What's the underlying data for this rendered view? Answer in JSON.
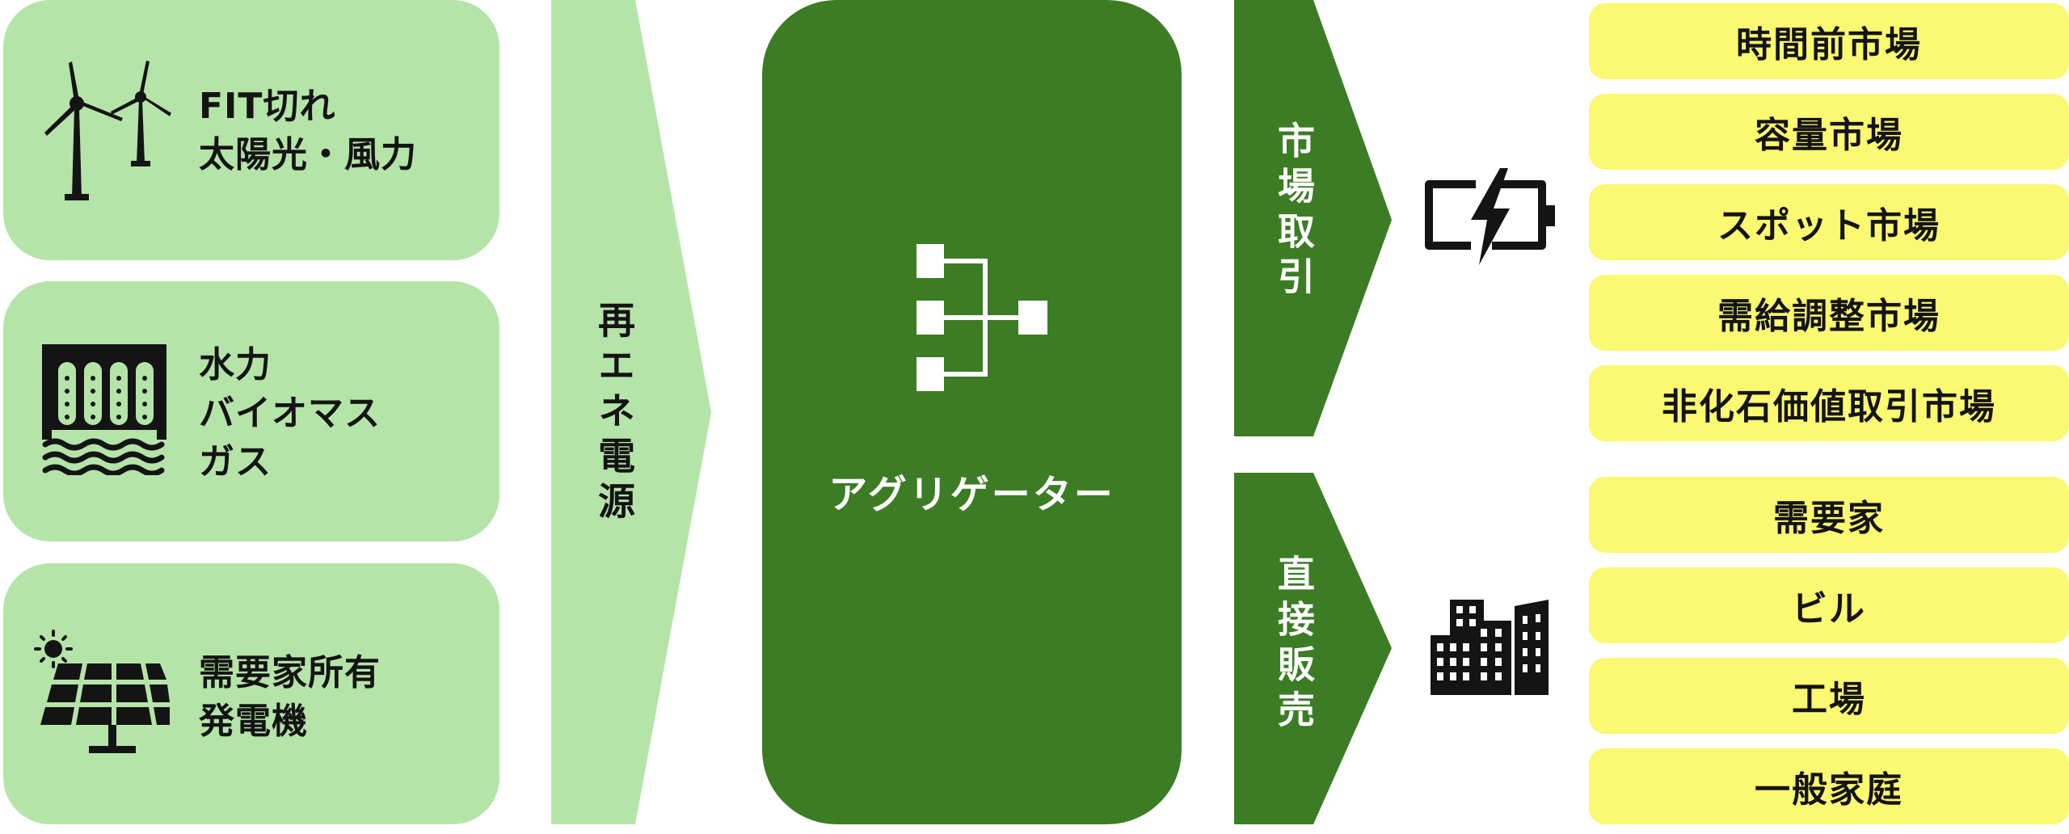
{
  "sources": [
    {
      "label": "FIT切れ\n太陽光・風力",
      "icon": "wind-turbine-icon"
    },
    {
      "label": "水力\nバイオマス\nガス",
      "icon": "hydro-dam-icon"
    },
    {
      "label": "需要家所有\n発電機",
      "icon": "solar-panel-icon"
    }
  ],
  "chevron_source": "再エネ電源",
  "aggregator": {
    "label": "アグリゲーター",
    "icon": "hierarchy-icon"
  },
  "channels": [
    {
      "label": "市場取引",
      "icon": "battery-charge-icon"
    },
    {
      "label": "直接販売",
      "icon": "buildings-icon"
    }
  ],
  "market_targets": [
    "時間前市場",
    "容量市場",
    "スポット市場",
    "需給調整市場",
    "非化石価値取引市場"
  ],
  "direct_targets": [
    "需要家",
    "ビル",
    "工場",
    "一般家庭"
  ],
  "colors": {
    "light_green": "#b5e4a8",
    "dark_green": "#3c7c25",
    "yellow": "#fbf871",
    "text": "#141414"
  }
}
